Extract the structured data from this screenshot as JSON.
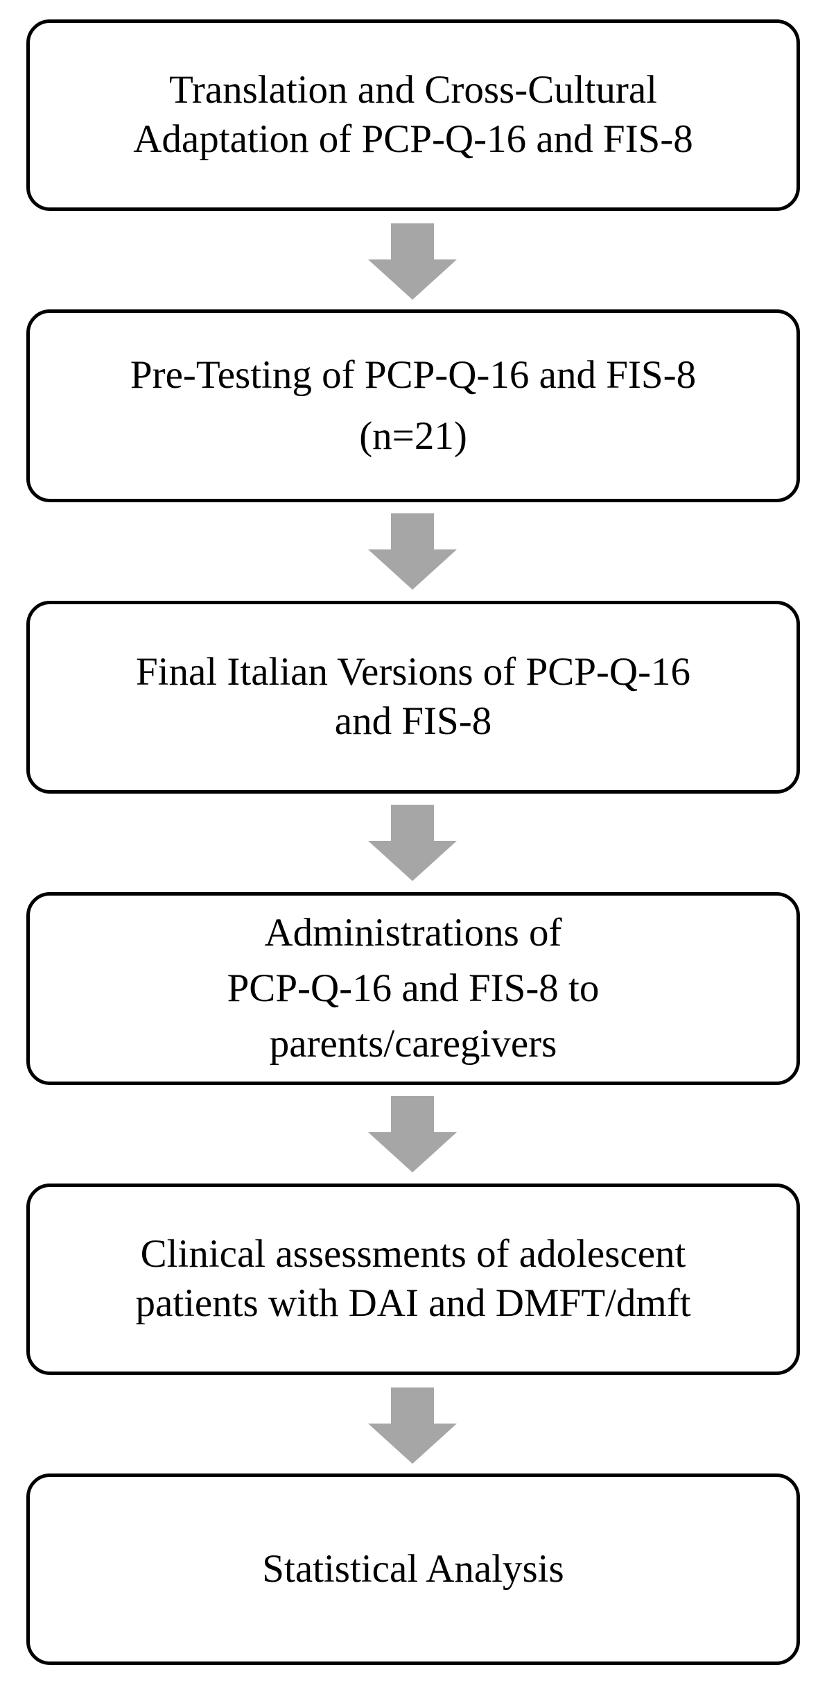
{
  "steps": [
    {
      "lines": [
        "Translation and Cross-Cultural",
        "Adaptation of PCP-Q-16 and FIS-8"
      ]
    },
    {
      "lines": [
        "Pre-Testing of PCP-Q-16 and FIS-8",
        "(n=21)"
      ]
    },
    {
      "lines": [
        "Final Italian Versions of PCP-Q-16",
        "and FIS-8"
      ]
    },
    {
      "lines": [
        "Administrations of",
        "PCP-Q-16 and FIS-8 to",
        "parents/caregivers"
      ]
    },
    {
      "lines": [
        "Clinical assessments of adolescent",
        "patients with DAI and DMFT/dmft"
      ]
    },
    {
      "lines": [
        "Statistical Analysis"
      ]
    }
  ],
  "colors": {
    "box_border": "#000000",
    "arrow": "#a6a6a6",
    "text": "#000000"
  },
  "arrow_icon": "down-arrow-icon"
}
